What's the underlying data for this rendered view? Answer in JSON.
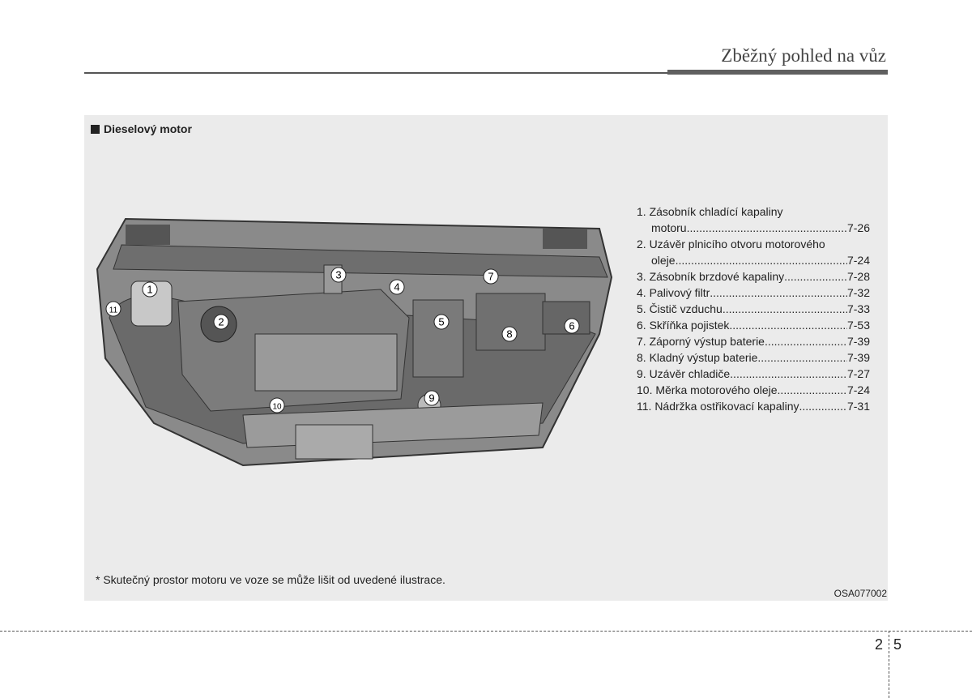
{
  "header": {
    "title": "Zběžný pohled na vůz"
  },
  "section": {
    "title": "Dieselový motor"
  },
  "legend": [
    {
      "num": "1.",
      "label": "Zásobník chladící kapaliny",
      "cont": "motoru",
      "page": "7-26"
    },
    {
      "num": "2.",
      "label": "Uzávěr plnicího otvoru motorového",
      "cont": "oleje",
      "page": "7-24"
    },
    {
      "num": "3.",
      "label": "Zásobník brzdové kapaliny",
      "page": "7-28"
    },
    {
      "num": "4.",
      "label": "Palivový filtr",
      "page": "7-32"
    },
    {
      "num": "5.",
      "label": "Čistič vzduchu",
      "page": "7-33"
    },
    {
      "num": "6.",
      "label": "Skříňka pojistek",
      "page": "7-53"
    },
    {
      "num": "7.",
      "label": "Záporný výstup baterie",
      "page": "7-39"
    },
    {
      "num": "8.",
      "label": "Kladný výstup baterie",
      "page": "7-39"
    },
    {
      "num": "9.",
      "label": "Uzávěr chladiče",
      "page": "7-27"
    },
    {
      "num": "10.",
      "label": "Měrka motorového oleje",
      "page": "7-24"
    },
    {
      "num": "11.",
      "label": "Nádržka ostřikovací kapaliny",
      "page": "7-31"
    }
  ],
  "callouts": [
    "1",
    "2",
    "3",
    "4",
    "5",
    "6",
    "7",
    "8",
    "9",
    "10",
    "11"
  ],
  "note": "* Skutečný prostor motoru ve voze se může lišit od uvedené ilustrace.",
  "image_code": "OSA077002",
  "page": {
    "chapter": "2",
    "number": "5"
  }
}
